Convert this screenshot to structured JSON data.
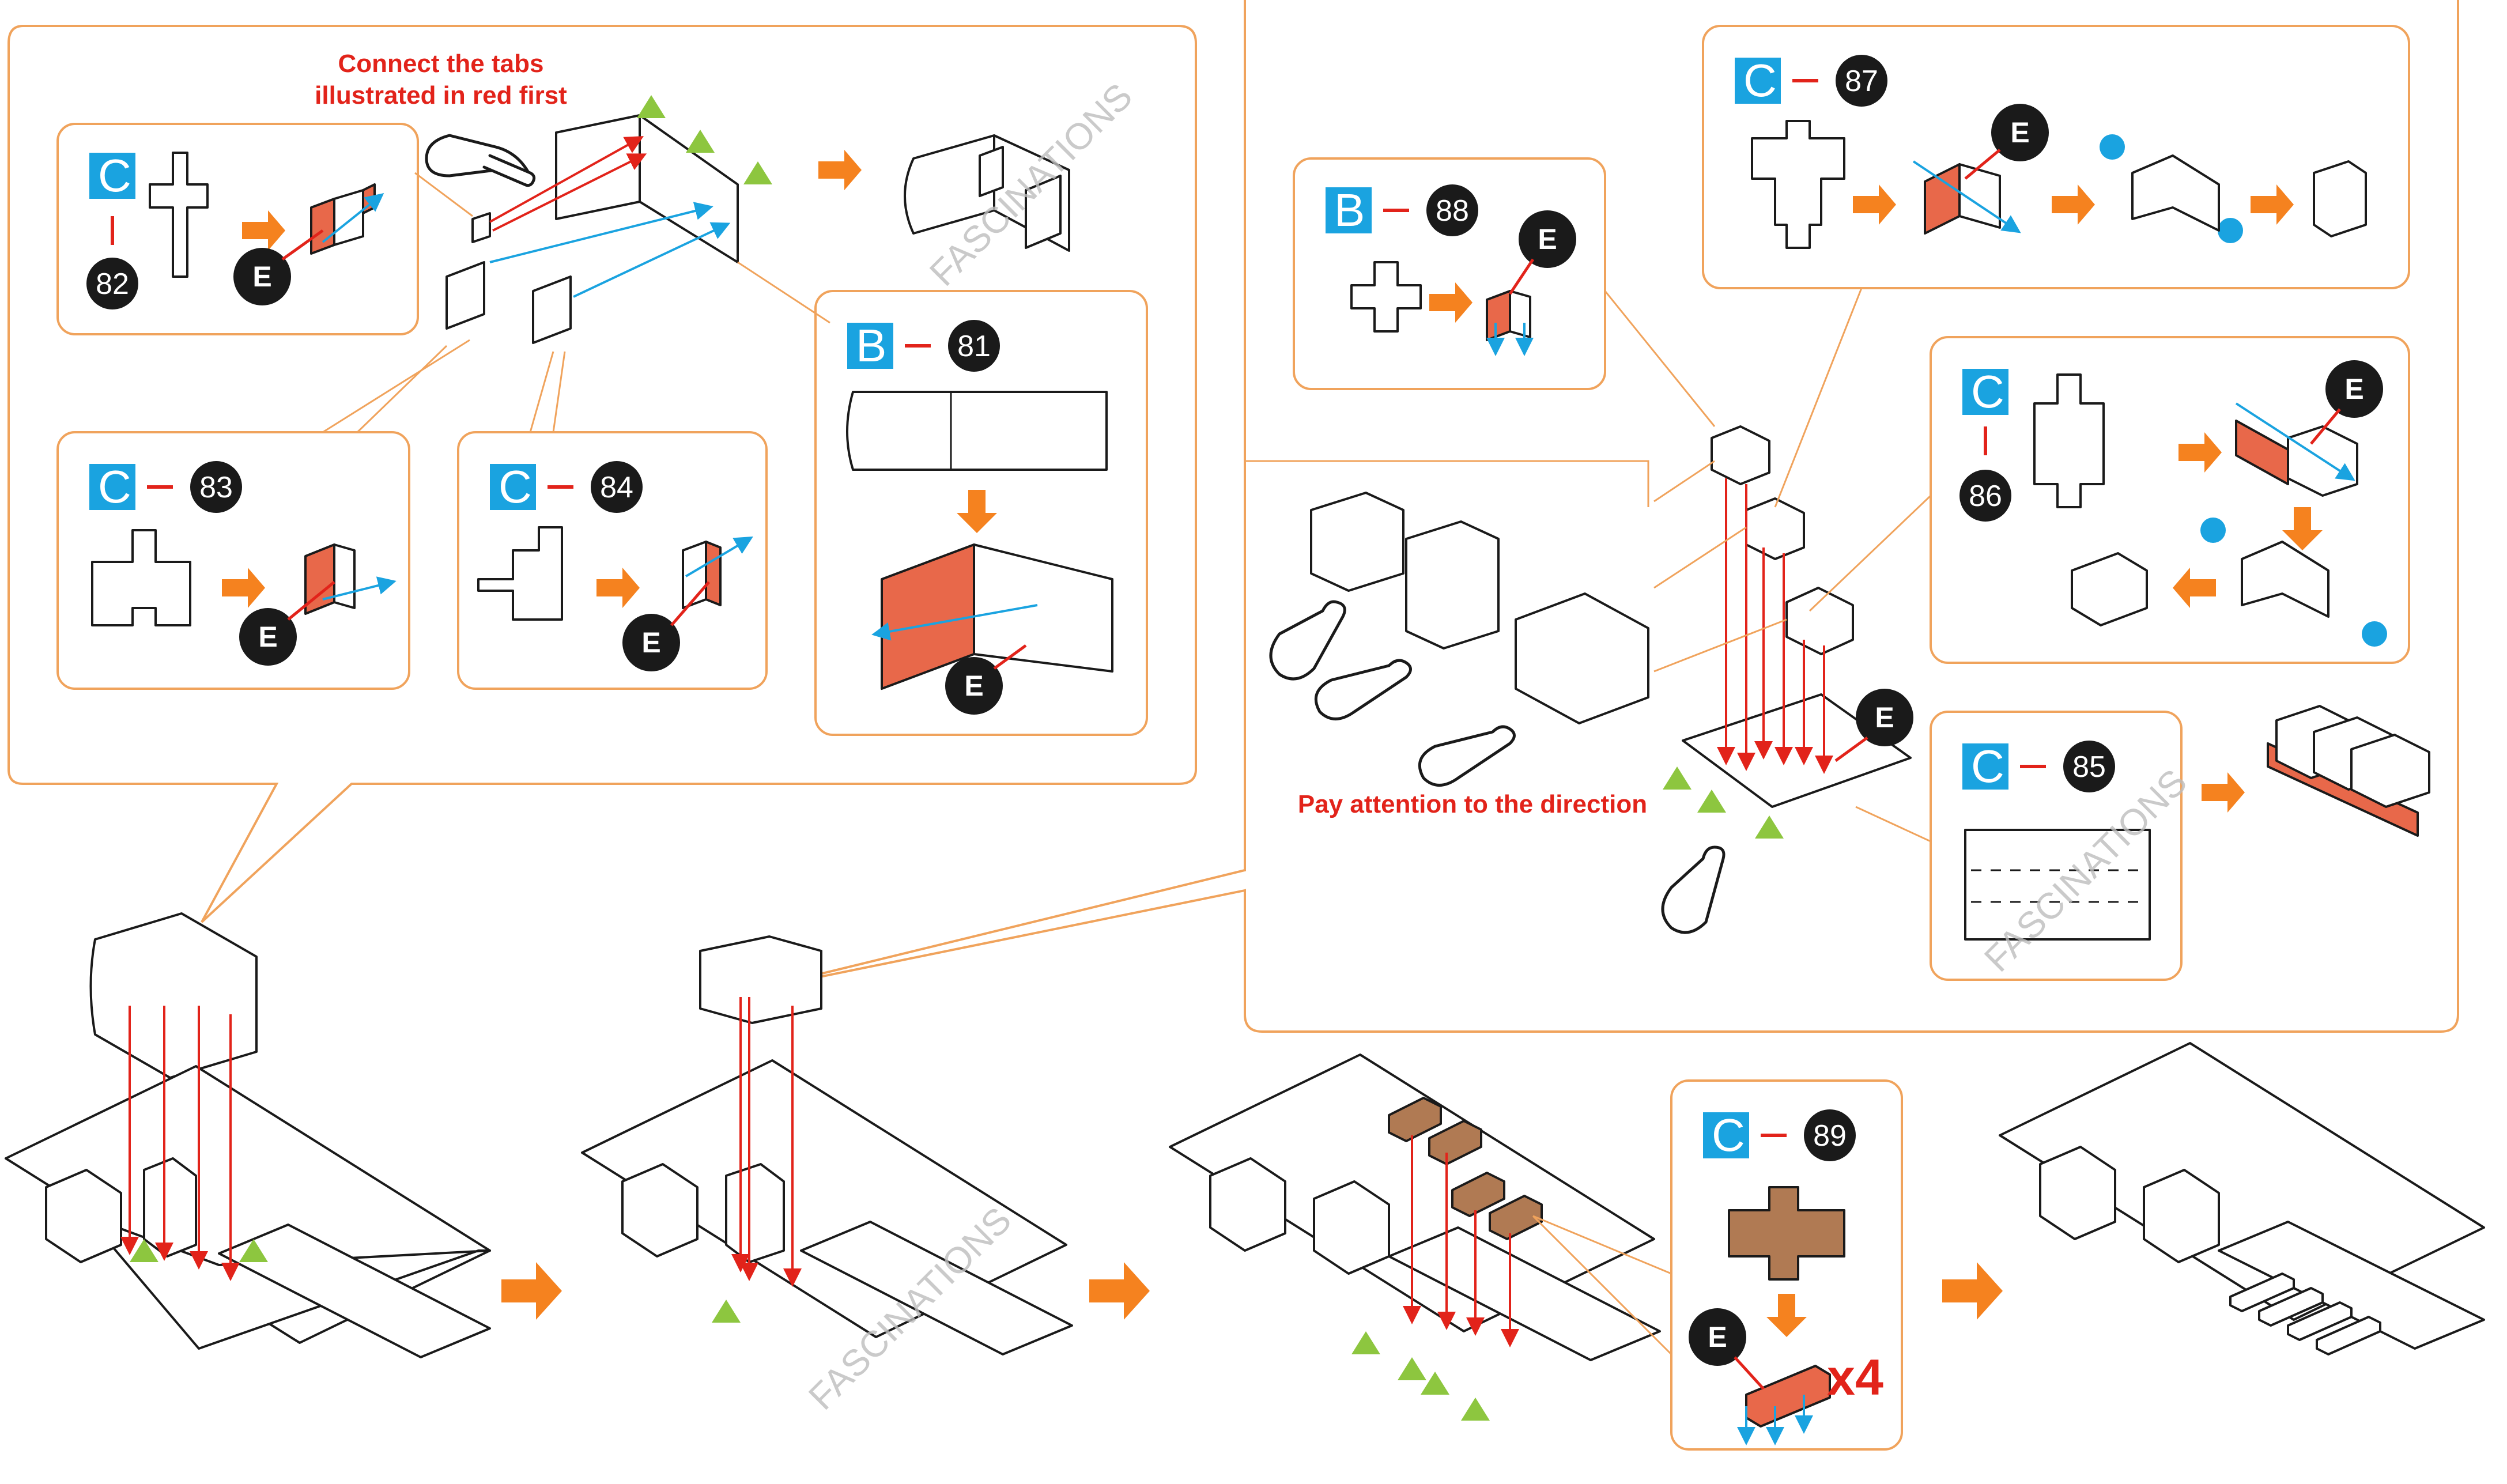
{
  "instructions": {
    "tabs_first_line1": "Connect the tabs",
    "tabs_first_line2": "illustrated in red first",
    "direction_note": "Pay attention to the direction"
  },
  "watermark": "FASCINATIONS",
  "part_label_e": "E",
  "multiplier": "x4",
  "steps": [
    {
      "sheet": "C",
      "number": "82"
    },
    {
      "sheet": "C",
      "number": "83"
    },
    {
      "sheet": "C",
      "number": "84"
    },
    {
      "sheet": "B",
      "number": "81"
    },
    {
      "sheet": "B",
      "number": "88"
    },
    {
      "sheet": "C",
      "number": "87"
    },
    {
      "sheet": "C",
      "number": "86"
    },
    {
      "sheet": "C",
      "number": "85"
    },
    {
      "sheet": "C",
      "number": "89"
    }
  ],
  "colors": {
    "accent_orange": "#f5821f",
    "panel_border": "#f0a35c",
    "sheet_badge_blue": "#1aa3e0",
    "tab_red": "#e2231a",
    "alignment_green": "#8dc63f",
    "part_face_red": "#e8684a",
    "bench_brown": "#b07a53"
  },
  "icons": [
    "pointing-hand-icon",
    "orange-arrow-icon",
    "green-triangle-icon",
    "blue-dot-icon"
  ]
}
